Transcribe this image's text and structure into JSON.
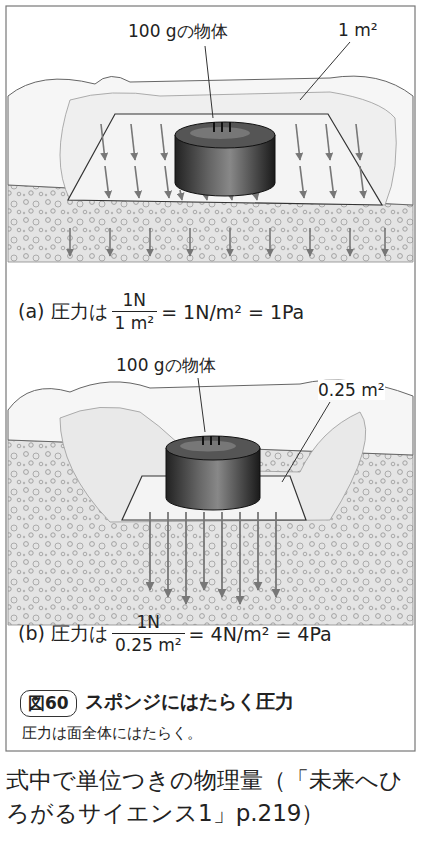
{
  "diagram": {
    "title": "スポンジにはたらく圧力",
    "caption": "式中で単位つきの物理量（「未来へひろがるサイエンス1」p.219）",
    "nodes": [
      {
        "text": [
          "図60"
        ]
      }
    ],
    "labels": [
      "100 gの物体",
      "1 m²",
      "(a) 圧力は",
      "1N",
      "1 m²",
      "= 1N/m² = 1Pa",
      "100 gの物体",
      "0.25 m²",
      "(b) 圧力は",
      "1N",
      "0.25 m²",
      "= 4N/m² = 4Pa",
      "圧力は面全体にはたらく。"
    ]
  }
}
